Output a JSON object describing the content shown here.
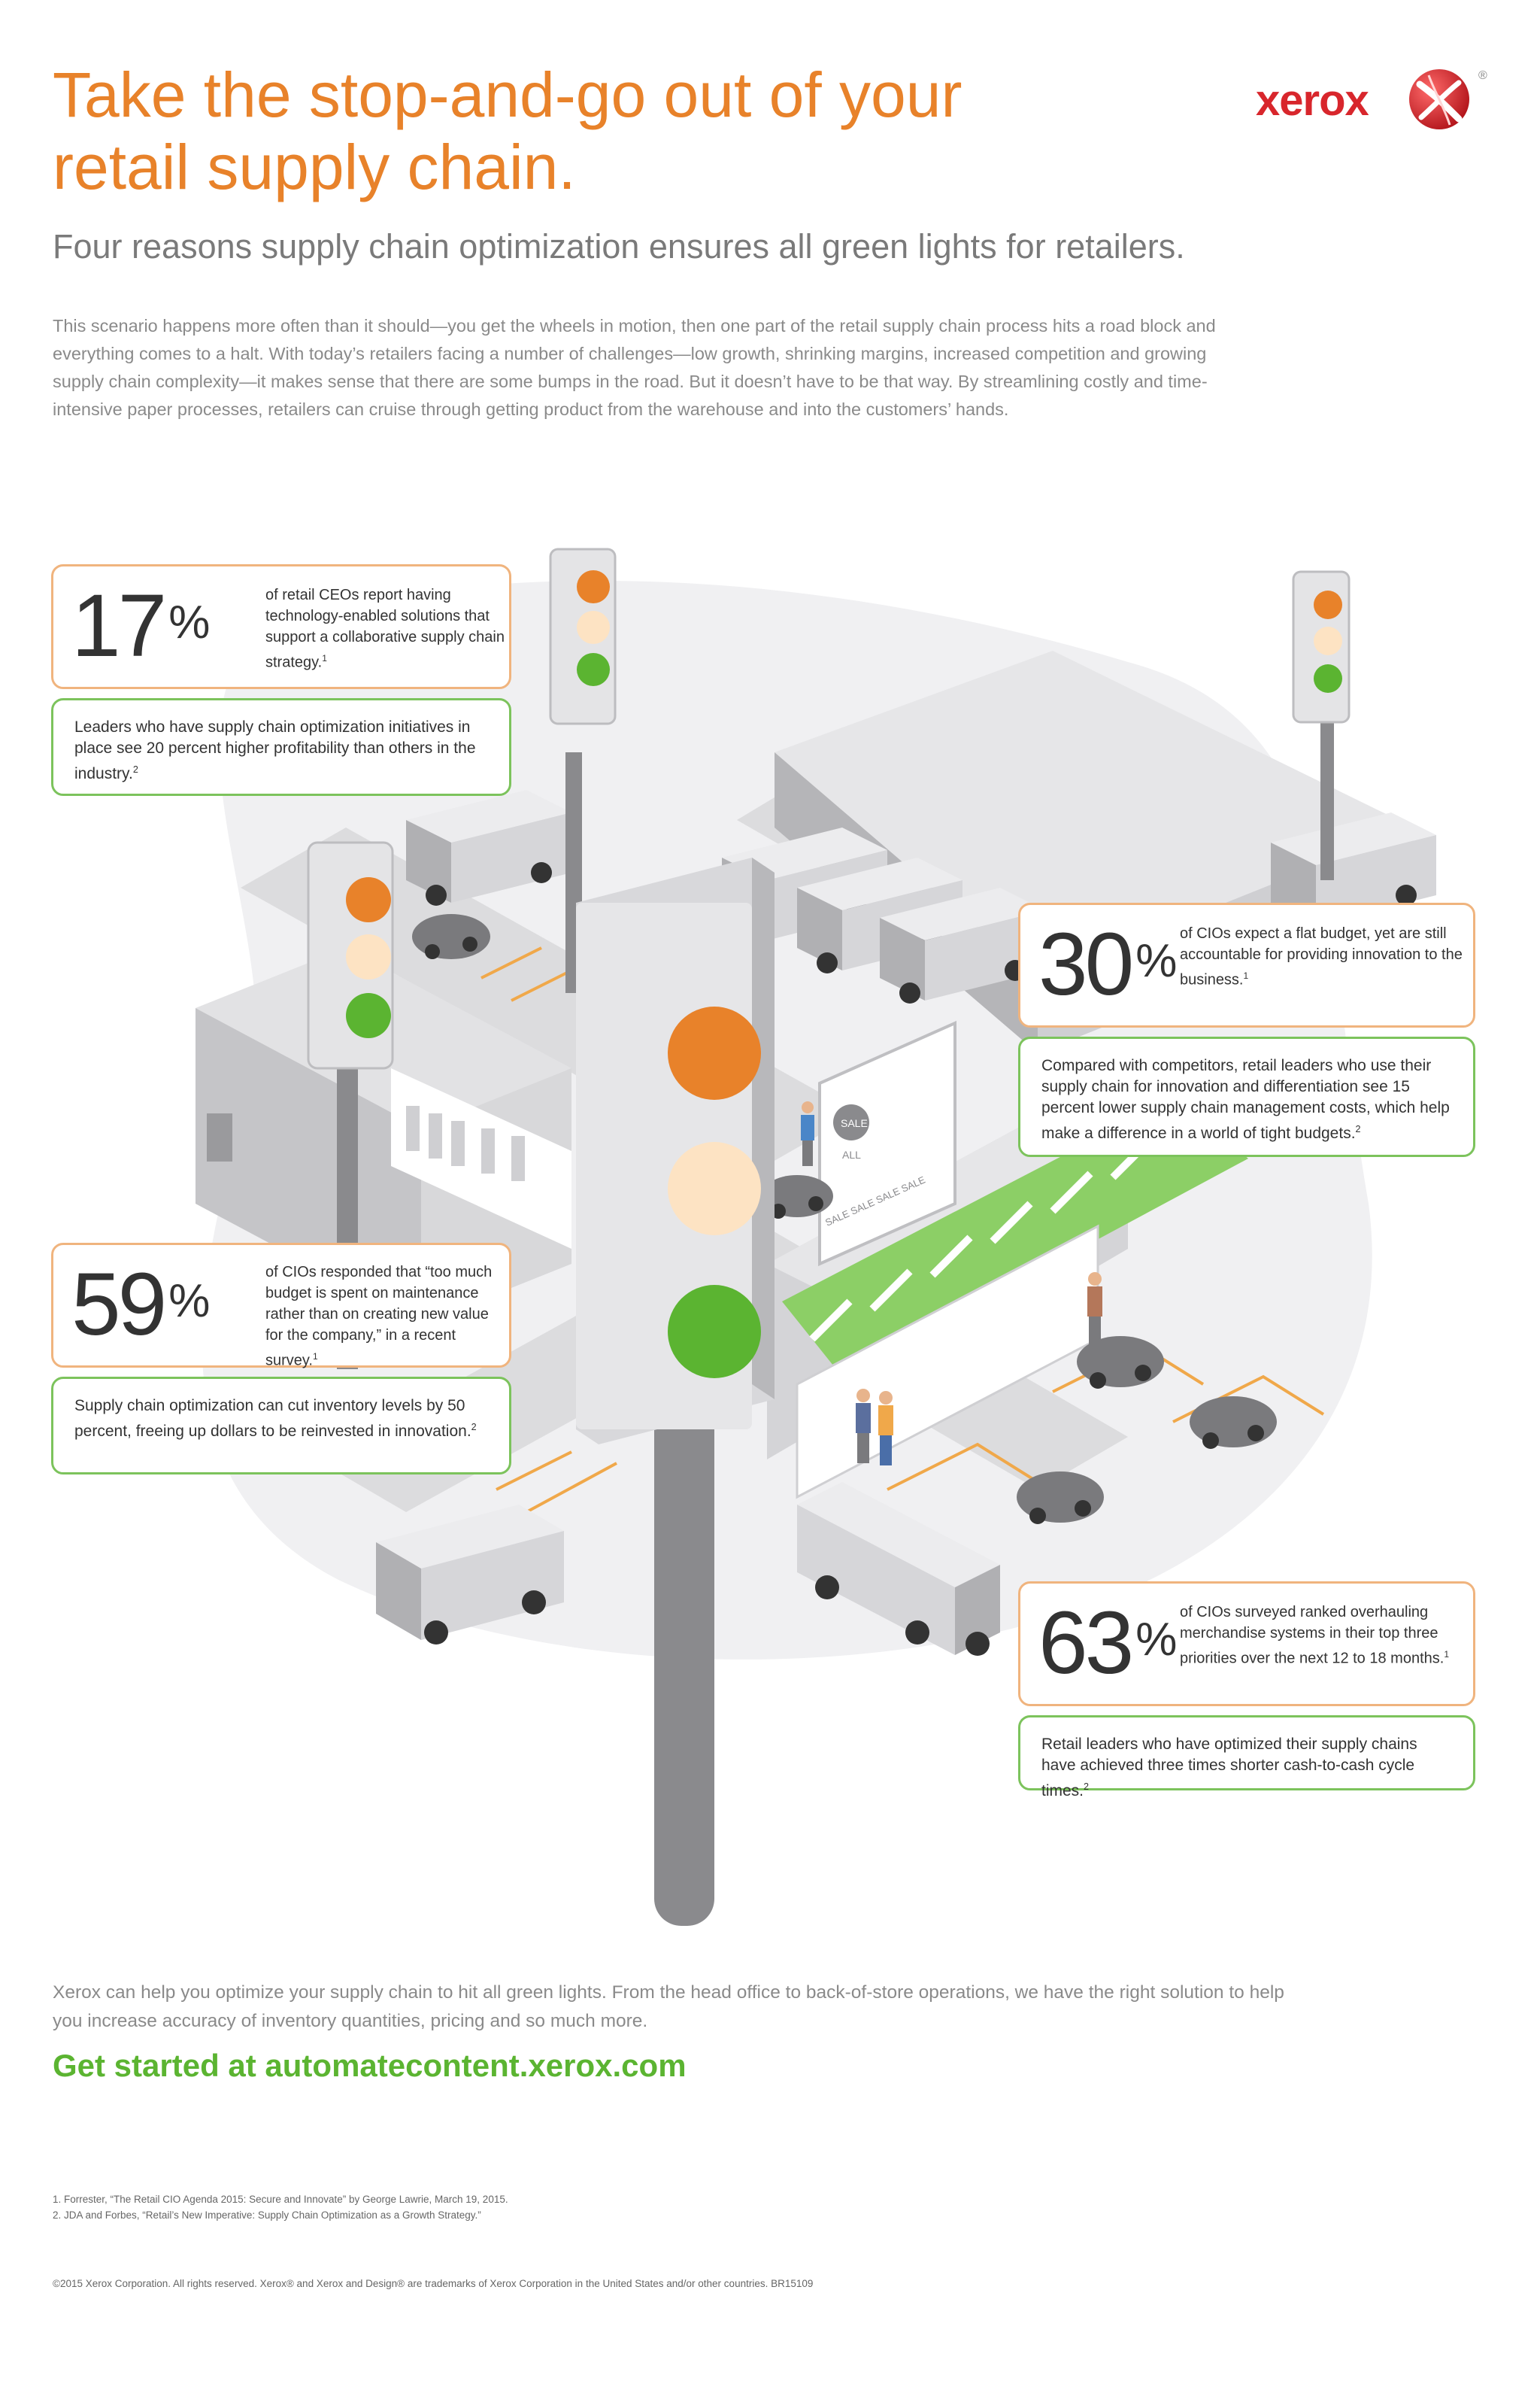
{
  "header": {
    "title_line1": "Take the stop-and-go out of your",
    "title_line2": "retail supply chain.",
    "subtitle": "Four reasons supply chain optimization ensures all green lights for retailers.",
    "intro": "This scenario happens more often than it should—you get the wheels in motion, then one part of the retail supply chain process hits a road block and everything comes to a halt. With today’s retailers facing a number of challenges—low growth, shrinking margins, increased competition and growing supply chain complexity—it makes sense that there are some bumps in the road. But it doesn’t have to be that way. By streamlining costly and time-intensive paper processes, retailers can cruise through getting product from the warehouse and into the customers’ hands."
  },
  "logo": {
    "text": "xerox",
    "reg": "®"
  },
  "stats": [
    {
      "number": "17",
      "unit": "%",
      "text": "of retail CEOs report having technology-enabled solutions that support a collaborative supply chain strategy.",
      "ref": "1",
      "detail": "Leaders who have supply chain optimization initiatives in place see 20 percent higher profitability than others in the industry.",
      "detail_ref": "2"
    },
    {
      "number": "30",
      "unit": "%",
      "text": "of CIOs expect a flat budget, yet are still accountable for providing innovation to the business.",
      "ref": "1",
      "detail": "Compared with competitors, retail leaders who use their supply chain for innovation and differentiation see 15 percent lower supply chain management costs, which help make a difference in a world of tight budgets.",
      "detail_ref": "2"
    },
    {
      "number": "59",
      "unit": "%",
      "text": "of CIOs responded that “too much budget is spent on maintenance rather than on creating new value for the company,” in a recent survey.",
      "ref": "1",
      "detail": "Supply chain optimization can cut inventory levels by 50 percent, freeing up dollars to be reinvested in innovation.",
      "detail_ref": "2"
    },
    {
      "number": "63",
      "unit": "%",
      "text": "of CIOs surveyed ranked overhauling merchandise systems in their top three priorities over the next 12 to 18 months.",
      "ref": "1",
      "detail": "Retail leaders who have optimized their supply chains have achieved three times shorter cash-to-cash cycle times.",
      "detail_ref": "2"
    }
  ],
  "scene": {
    "sale_sign": "SALE",
    "sale_sign_sub": "ALL",
    "sale_banner": "SALE SALE SALE SALE"
  },
  "closing": {
    "text": "Xerox can help you optimize your supply chain to hit all green lights. From the head office to back-of-store operations, we have the right solution to help you increase accuracy of inventory quantities, pricing and so much more.",
    "cta": "Get started at automatecontent.xerox.com"
  },
  "footnotes": [
    "1. Forrester, “The Retail CIO Agenda 2015: Secure and Innovate” by George Lawrie, March 19, 2015.",
    "2. JDA and Forbes, “Retail’s New Imperative: Supply Chain Optimization as a Growth Strategy.”"
  ],
  "legal": "©2015 Xerox Corporation. All rights reserved. Xerox® and Xerox and Design® are trademarks of Xerox Corporation in the United States and/or other countries. BR15109",
  "colors": {
    "orange": "#e8822a",
    "green": "#5bb431",
    "light_orange": "#fde3c3",
    "xerox_red": "#d8262c"
  }
}
